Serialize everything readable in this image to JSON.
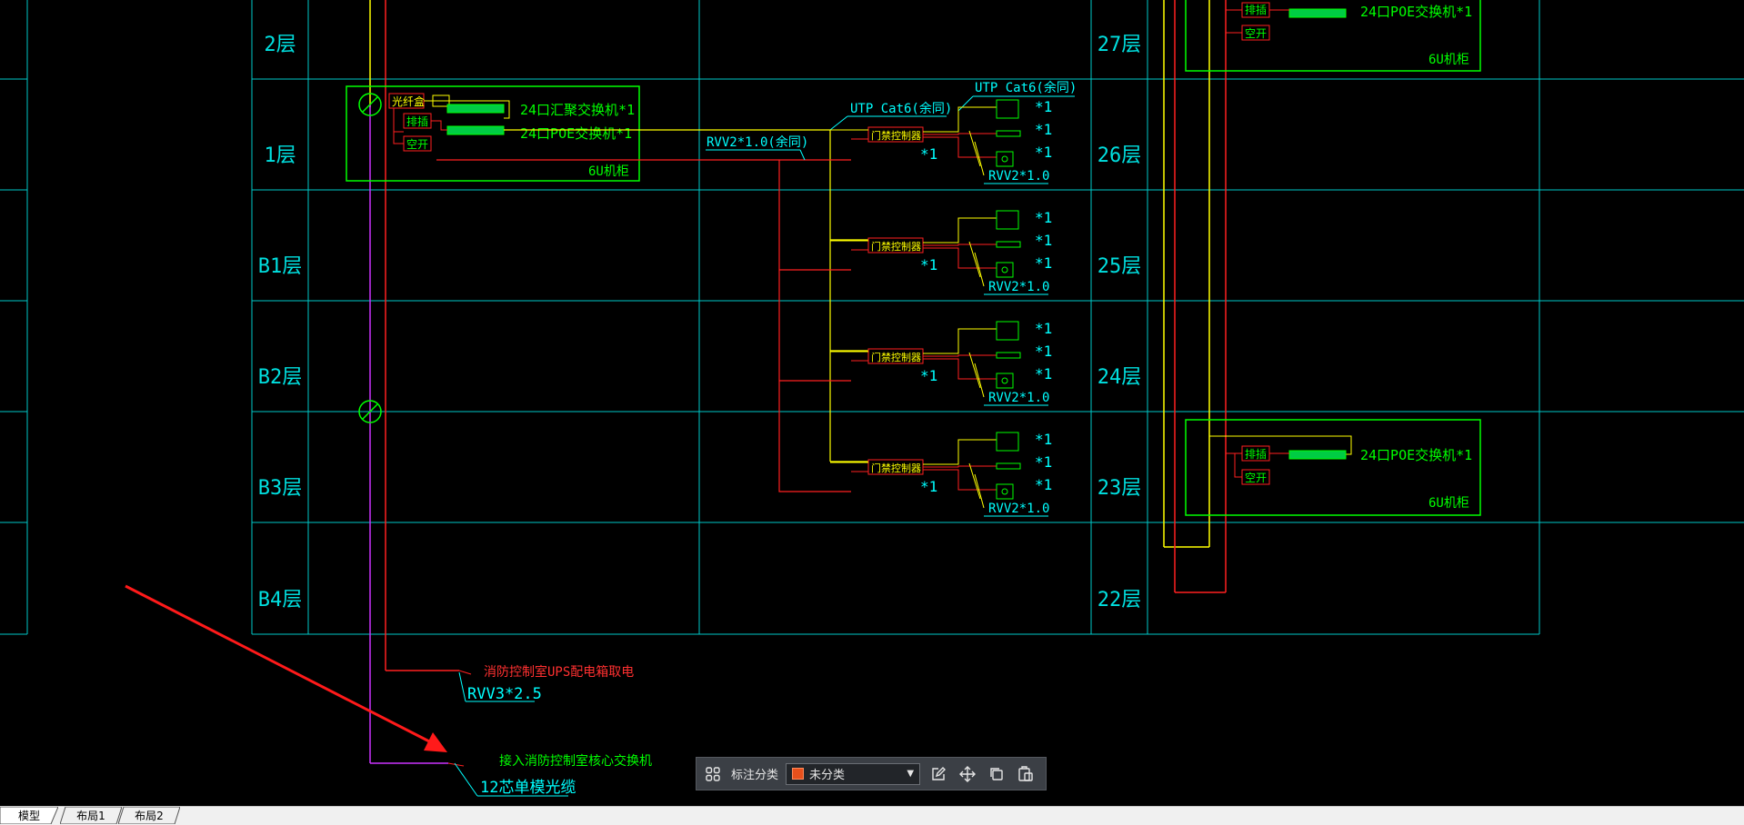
{
  "drawing": {
    "floors_left": [
      "2层",
      "1层",
      "B1层",
      "B2层",
      "B3层",
      "B4层"
    ],
    "floors_right": [
      "27层",
      "26层",
      "25层",
      "24层",
      "23层",
      "22层"
    ],
    "rack_1f": {
      "fiber_box": "光纤盒",
      "power_strip": "排插",
      "breaker": "空开",
      "agg_switch": "24口汇聚交换机*1",
      "poe_switch": "24口POE交换机*1",
      "rack_label": "6U机柜"
    },
    "rack_27f": {
      "power_strip": "排插",
      "breaker": "空开",
      "poe_switch": "24口POE交换机*1",
      "rack_label": "6U机柜"
    },
    "rack_23f": {
      "power_strip": "排插",
      "breaker": "空开",
      "poe_switch": "24口POE交换机*1",
      "rack_label": "6U机柜"
    },
    "cable_utp_top": "UTP Cat6(余同)",
    "cable_utp_main": "UTP Cat6(余同)",
    "cable_rvv_main": "RVV2*1.0(余同)",
    "access_controller": "门禁控制器",
    "count_label": "*1",
    "rvv_small": "RVV2*1.0",
    "ups_note": "消防控制室UPS配电箱取电",
    "ups_cable": "RVV3*2.5",
    "core_note": "接入消防控制室核心交换机",
    "core_cable": "12芯单模光缆"
  },
  "toolbar": {
    "label": "标注分类",
    "selected": "未分类"
  },
  "tabs": [
    "模型",
    "布局1",
    "布局2"
  ],
  "colors": {
    "grid": "#00cccc",
    "yellow": "#ffff00",
    "red": "#ff2020",
    "green": "#00ff00",
    "magenta": "#cc33ff",
    "annotation_arrow": "#ff1a1a",
    "text_cyan": "#00ffff"
  }
}
